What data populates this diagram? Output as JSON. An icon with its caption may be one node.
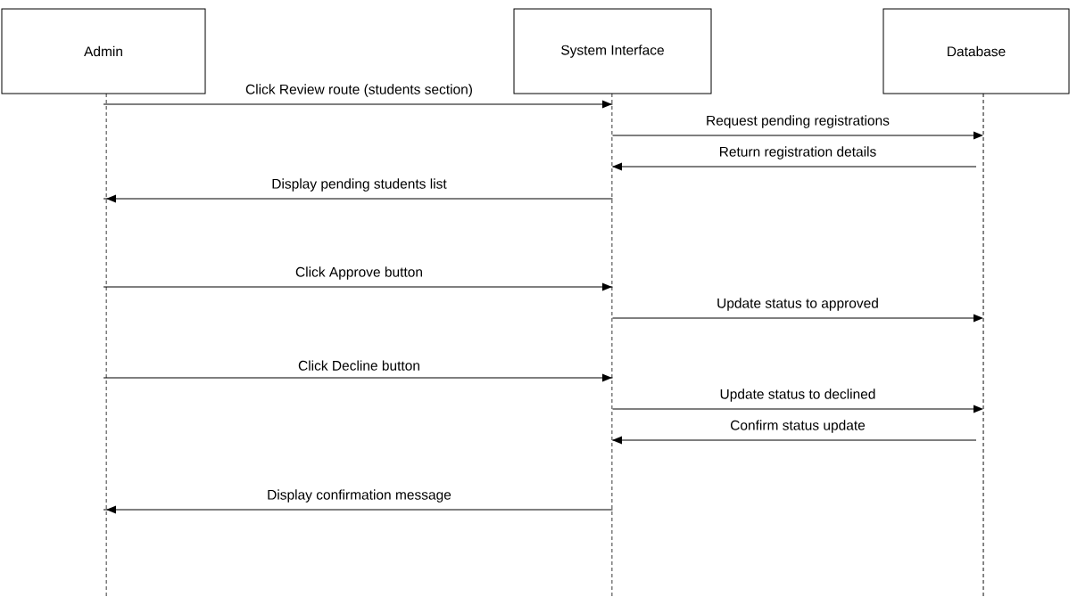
{
  "diagram": {
    "nodes": [
      {
        "text": [
          "Admin"
        ]
      },
      {
        "text": [
          "System Interface"
        ]
      },
      {
        "text": [
          "Database"
        ]
      }
    ],
    "edges": [
      {
        "from": 0,
        "to": 1,
        "arrow": "to",
        "label": "Click Review route (students section)"
      },
      {
        "from": 1,
        "to": 2,
        "arrow": "to",
        "label": "Request pending registrations"
      },
      {
        "from": 2,
        "to": 1,
        "arrow": "to",
        "label": "Return registration details"
      },
      {
        "from": 1,
        "to": 0,
        "arrow": "to",
        "label": "Display pending students list"
      },
      {
        "from": 0,
        "to": 1,
        "arrow": "to",
        "label": "Click Approve button"
      },
      {
        "from": 1,
        "to": 2,
        "arrow": "to",
        "label": "Update status to approved"
      },
      {
        "from": 0,
        "to": 1,
        "arrow": "to",
        "label": "Click Decline button"
      },
      {
        "from": 1,
        "to": 2,
        "arrow": "to",
        "label": "Update status to declined"
      },
      {
        "from": 2,
        "to": 1,
        "arrow": "to",
        "label": "Confirm status update"
      },
      {
        "from": 1,
        "to": 0,
        "arrow": "to",
        "label": "Display confirmation message"
      }
    ]
  }
}
